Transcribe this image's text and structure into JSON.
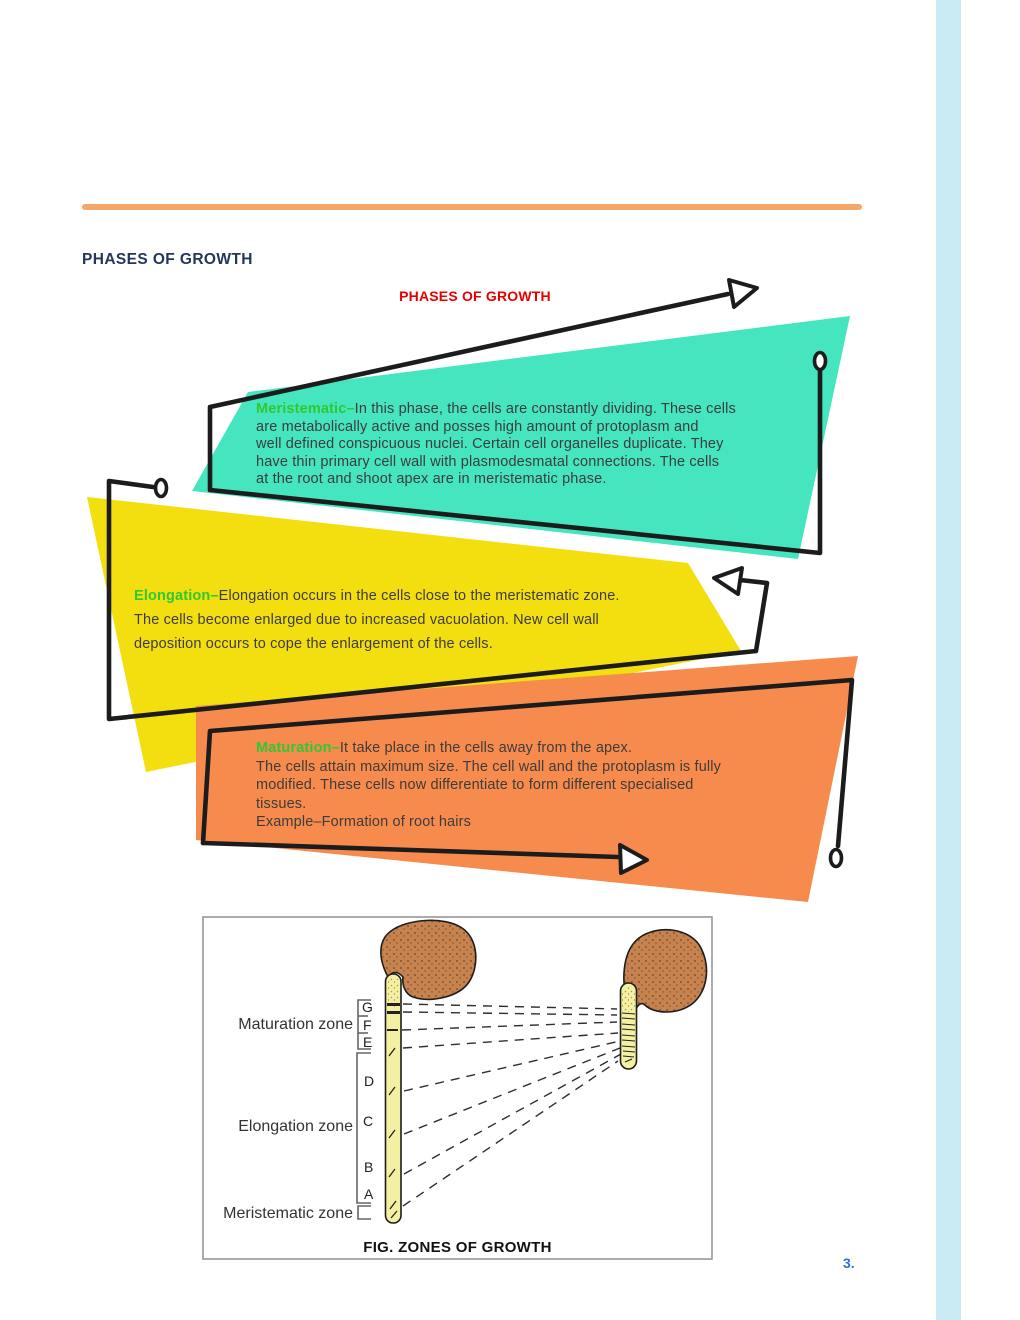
{
  "page": {
    "heading": "PHASES OF GROWTH",
    "page_number": "3."
  },
  "collage": {
    "title": "PHASES OF GROWTH",
    "phases": [
      {
        "name": "meristematic",
        "lead": "Meristematic–",
        "lines": [
          "In this phase, the cells are constantly dividing. These cells",
          "are metabolically active and posses high amount of protoplasm and",
          "well defined conspicuous nuclei. Certain cell organelles duplicate. They",
          "have thin primary cell wall with plasmodesmatal connections. The cells",
          "at the root and shoot apex are in meristematic phase."
        ]
      },
      {
        "name": "elongation",
        "lead": "Elongation–",
        "lines": [
          "Elongation occurs in the cells close to the meristematic zone.",
          "The cells become enlarged due to increased vacuolation. New cell wall",
          "deposition occurs to cope the enlargement of the cells."
        ]
      },
      {
        "name": "maturation",
        "lead": "Maturation–",
        "lines": [
          "It take place in the cells away from the apex.",
          "The cells attain maximum size. The cell wall and the protoplasm is fully",
          "modified. These cells now differentiate to form different specialised",
          "tissues.",
          "Example–Formation of root hairs"
        ]
      }
    ]
  },
  "figure": {
    "caption": "FIG. ZONES OF GROWTH",
    "zone_labels": [
      "Maturation zone",
      "Elongation zone",
      "Meristematic zone"
    ],
    "letters": [
      "G",
      "F",
      "E",
      "D",
      "C",
      "B",
      "A"
    ]
  },
  "colors": {
    "teal_shape": "#45e5bf",
    "yellow_shape": "#f3df10",
    "orange_shape": "#f78b4e",
    "top_bar": "#f6a767",
    "side_stripe": "#cbebf4",
    "heading_navy": "#24365a",
    "title_red": "#e80000",
    "lead_green": "#2fc92f",
    "page_number_blue": "#2e6fd8",
    "root_yellow": "#f4f0a2",
    "seed_brown": "#c6834f"
  }
}
